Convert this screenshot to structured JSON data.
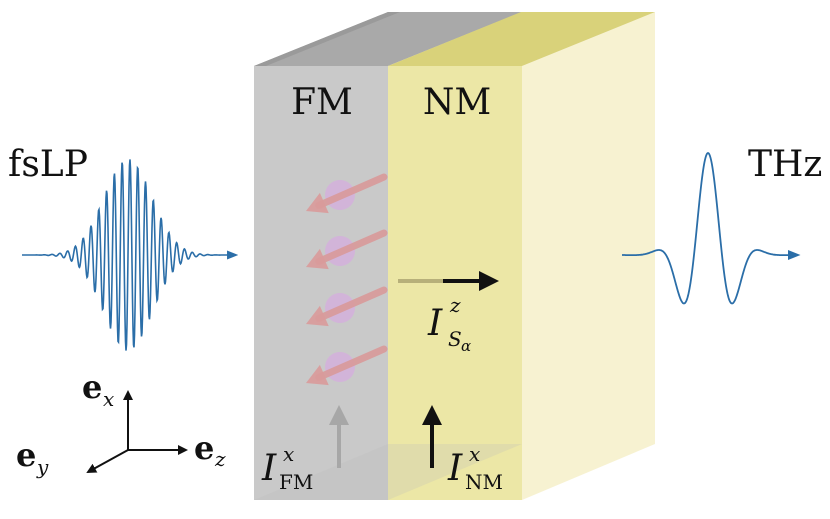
{
  "labels": {
    "fm": "FM",
    "nm": "NM",
    "fslp": "fsLP",
    "thz": "THz",
    "spin_current": {
      "base": "I",
      "sup": "z",
      "sub_base": "S",
      "sub_sub": "α"
    },
    "fm_current": {
      "base": "I",
      "sup": "x",
      "sub": "FM"
    },
    "nm_current": {
      "base": "I",
      "sup": "x",
      "sub": "NM"
    },
    "axes": {
      "ex": {
        "base": "e",
        "sub": "x"
      },
      "ey": {
        "base": "e",
        "sub": "y"
      },
      "ez": {
        "base": "e",
        "sub": "z"
      }
    }
  },
  "colors": {
    "fm_front": "#c9c9c9",
    "fm_top": "#a9a9a9",
    "nm_front": "#ece7a6",
    "nm_side": "#f7f1cf",
    "nm_top": "#d9d27a",
    "wave": "#2b6ea8",
    "spin_arrow": "#d99a9a",
    "spin_ball": "#d3b0dc",
    "text": "#111111"
  },
  "icons": {
    "spin_arrows": "arrow-down-left",
    "currents": "arrow-up",
    "spin_current": "arrow-right"
  }
}
